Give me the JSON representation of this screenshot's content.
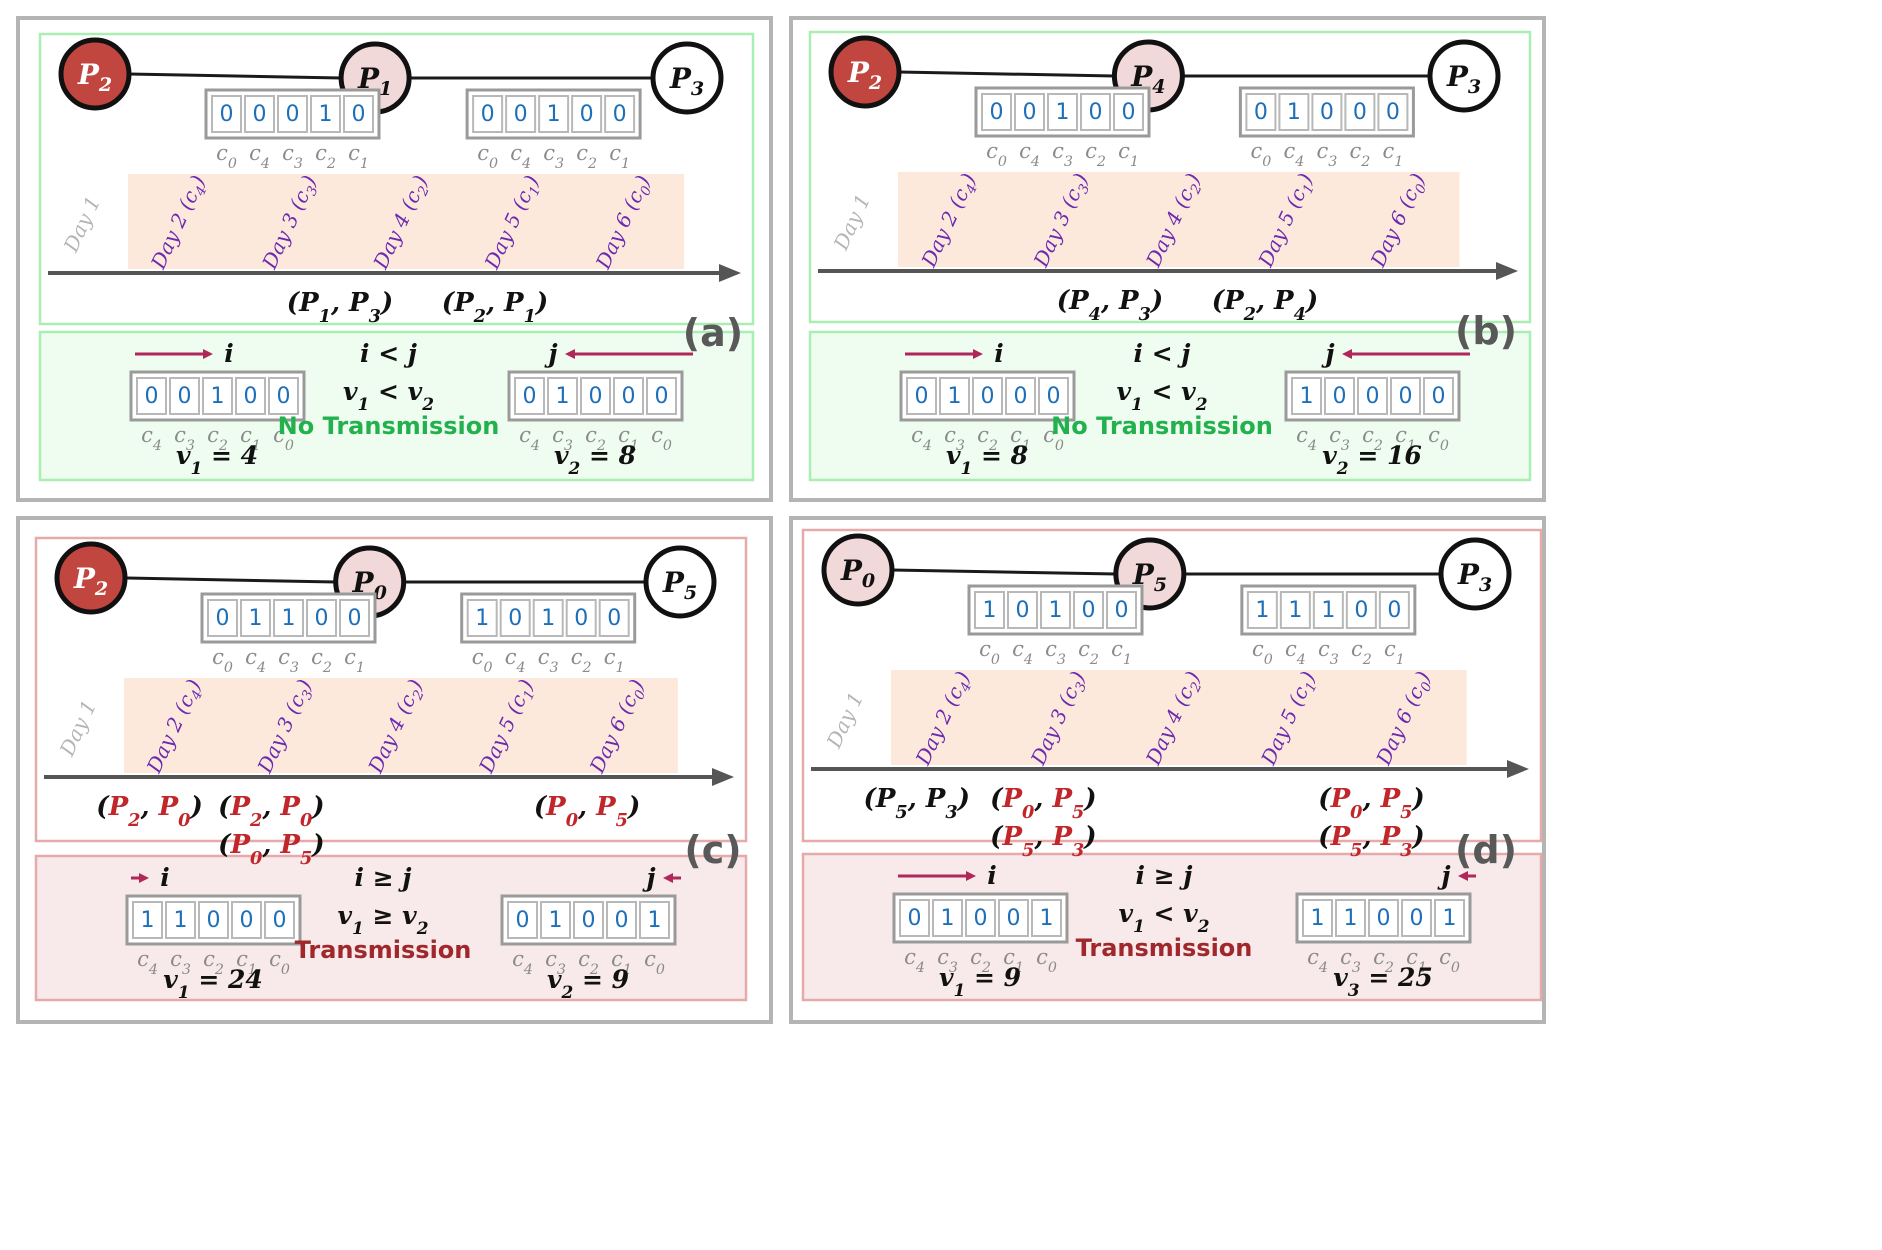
{
  "panels": [
    {
      "id": "a",
      "label": "(a)",
      "mode": "ok",
      "nodes": [
        {
          "name": "P",
          "sub": "2",
          "style": "red"
        },
        {
          "name": "P",
          "sub": "1",
          "style": "pink"
        },
        {
          "name": "P",
          "sub": "3",
          "style": "white"
        }
      ],
      "reg1": [
        "0",
        "0",
        "0",
        "1",
        "0"
      ],
      "reg2": [
        "0",
        "0",
        "1",
        "0",
        "0"
      ],
      "top_labels": [
        "c",
        "0",
        "c",
        "4",
        "c",
        "3",
        "c",
        "2",
        "c",
        "1"
      ],
      "day1": "Day 1",
      "days": [
        [
          "Day 2 (c",
          "4",
          ")"
        ],
        [
          "Day 3 (c",
          "3",
          ")"
        ],
        [
          "Day 4 (c",
          "2",
          ")"
        ],
        [
          "Day 5 (c",
          "1",
          ")"
        ],
        [
          "Day 6 (c",
          "0",
          ")"
        ]
      ],
      "pairs": [
        {
          "a": "P",
          "as": "1",
          "b": "P",
          "bs": "3",
          "red": false,
          "col": 1,
          "row": 0
        },
        {
          "a": "P",
          "as": "2",
          "b": "P",
          "bs": "1",
          "red": false,
          "col": 2,
          "row": 0
        }
      ],
      "i_label": "i",
      "j_label": "j",
      "cmp1": "i < j",
      "cmp2_a": "v",
      "cmp2_as": "1",
      "cmp2_op": " < ",
      "cmp2_b": "v",
      "cmp2_bs": "2",
      "status": "No Transmission",
      "bot_reg1": [
        "0",
        "0",
        "1",
        "0",
        "0"
      ],
      "bot_reg2": [
        "0",
        "1",
        "0",
        "0",
        "0"
      ],
      "bot_labels": [
        "c",
        "4",
        "c",
        "3",
        "c",
        "2",
        "c",
        "1",
        "c",
        "0"
      ],
      "val1_v": "v",
      "val1_s": "1",
      "val1_n": " = 4",
      "val2_v": "v",
      "val2_s": "2",
      "val2_n": " = 8"
    },
    {
      "id": "b",
      "label": "(b)",
      "mode": "ok",
      "nodes": [
        {
          "name": "P",
          "sub": "2",
          "style": "red"
        },
        {
          "name": "P",
          "sub": "4",
          "style": "pink"
        },
        {
          "name": "P",
          "sub": "3",
          "style": "white"
        }
      ],
      "reg1": [
        "0",
        "0",
        "1",
        "0",
        "0"
      ],
      "reg2": [
        "0",
        "1",
        "0",
        "0",
        "0"
      ],
      "top_labels": [
        "c",
        "0",
        "c",
        "4",
        "c",
        "3",
        "c",
        "2",
        "c",
        "1"
      ],
      "day1": "Day 1",
      "days": [
        [
          "Day 2 (c",
          "4",
          ")"
        ],
        [
          "Day 3 (c",
          "3",
          ")"
        ],
        [
          "Day 4 (c",
          "2",
          ")"
        ],
        [
          "Day 5 (c",
          "1",
          ")"
        ],
        [
          "Day 6 (c",
          "0",
          ")"
        ]
      ],
      "pairs": [
        {
          "a": "P",
          "as": "4",
          "b": "P",
          "bs": "3",
          "red": false,
          "col": 1,
          "row": 0
        },
        {
          "a": "P",
          "as": "2",
          "b": "P",
          "bs": "4",
          "red": false,
          "col": 2,
          "row": 0
        }
      ],
      "i_label": "i",
      "j_label": "j",
      "cmp1": "i < j",
      "cmp2_a": "v",
      "cmp2_as": "1",
      "cmp2_op": " < ",
      "cmp2_b": "v",
      "cmp2_bs": "2",
      "status": "No Transmission",
      "bot_reg1": [
        "0",
        "1",
        "0",
        "0",
        "0"
      ],
      "bot_reg2": [
        "1",
        "0",
        "0",
        "0",
        "0"
      ],
      "bot_labels": [
        "c",
        "4",
        "c",
        "3",
        "c",
        "2",
        "c",
        "1",
        "c",
        "0"
      ],
      "val1_v": "v",
      "val1_s": "1",
      "val1_n": " = 8",
      "val2_v": "v",
      "val2_s": "2",
      "val2_n": " = 16"
    },
    {
      "id": "c",
      "label": "(c)",
      "mode": "tx",
      "nodes": [
        {
          "name": "P",
          "sub": "2",
          "style": "red"
        },
        {
          "name": "P",
          "sub": "0",
          "style": "pink"
        },
        {
          "name": "P",
          "sub": "5",
          "style": "white"
        }
      ],
      "reg1": [
        "0",
        "1",
        "1",
        "0",
        "0"
      ],
      "reg2": [
        "1",
        "0",
        "1",
        "0",
        "0"
      ],
      "top_labels": [
        "c",
        "0",
        "c",
        "4",
        "c",
        "3",
        "c",
        "2",
        "c",
        "1"
      ],
      "day1": "Day 1",
      "days": [
        [
          "Day 2 (c",
          "4",
          ")"
        ],
        [
          "Day 3 (c",
          "3",
          ")"
        ],
        [
          "Day 4 (c",
          "2",
          ")"
        ],
        [
          "Day 5 (c",
          "1",
          ")"
        ],
        [
          "Day 6 (c",
          "0",
          ")"
        ]
      ],
      "pairs": [
        {
          "a": "P",
          "as": "2",
          "b": "P",
          "bs": "0",
          "red": true,
          "col": 0,
          "row": 0
        },
        {
          "a": "P",
          "as": "2",
          "b": "P",
          "bs": "0",
          "red": true,
          "col": 1,
          "row": 0
        },
        {
          "a": "P",
          "as": "0",
          "b": "P",
          "bs": "5",
          "red": true,
          "col": 1,
          "row": 1
        },
        {
          "a": "P",
          "as": "0",
          "b": "P",
          "bs": "5",
          "red": true,
          "col": 4,
          "row": 0
        }
      ],
      "i_label": "i",
      "j_label": "j",
      "cmp1": "i ≥ j",
      "cmp2_a": "v",
      "cmp2_as": "1",
      "cmp2_op": " ≥ ",
      "cmp2_b": "v",
      "cmp2_bs": "2",
      "status": "Transmission",
      "bot_reg1": [
        "1",
        "1",
        "0",
        "0",
        "0"
      ],
      "bot_reg2": [
        "0",
        "1",
        "0",
        "0",
        "1"
      ],
      "bot_labels": [
        "c",
        "4",
        "c",
        "3",
        "c",
        "2",
        "c",
        "1",
        "c",
        "0"
      ],
      "val1_v": "v",
      "val1_s": "1",
      "val1_n": " = 24",
      "val2_v": "v",
      "val2_s": "2",
      "val2_n": " = 9"
    },
    {
      "id": "d",
      "label": "(d)",
      "mode": "tx",
      "nodes": [
        {
          "name": "P",
          "sub": "0",
          "style": "pink"
        },
        {
          "name": "P",
          "sub": "5",
          "style": "pink"
        },
        {
          "name": "P",
          "sub": "3",
          "style": "white"
        }
      ],
      "reg1": [
        "1",
        "0",
        "1",
        "0",
        "0"
      ],
      "reg2": [
        "1",
        "1",
        "1",
        "0",
        "0"
      ],
      "top_labels": [
        "c",
        "0",
        "c",
        "4",
        "c",
        "3",
        "c",
        "2",
        "c",
        "1"
      ],
      "day1": "Day 1",
      "days": [
        [
          "Day 2 (c",
          "4",
          ")"
        ],
        [
          "Day 3 (c",
          "3",
          ")"
        ],
        [
          "Day 4 (c",
          "2",
          ")"
        ],
        [
          "Day 5 (c",
          "1",
          ")"
        ],
        [
          "Day 6 (c",
          "0",
          ")"
        ]
      ],
      "pairs": [
        {
          "a": "P",
          "as": "5",
          "b": "P",
          "bs": "3",
          "red": false,
          "col": 0,
          "row": 0
        },
        {
          "a": "P",
          "as": "0",
          "b": "P",
          "bs": "5",
          "red": true,
          "col": 1,
          "row": 0
        },
        {
          "a": "P",
          "as": "5",
          "b": "P",
          "bs": "3",
          "red": true,
          "col": 1,
          "row": 1
        },
        {
          "a": "P",
          "as": "0",
          "b": "P",
          "bs": "5",
          "red": true,
          "col": 4,
          "row": 0
        },
        {
          "a": "P",
          "as": "5",
          "b": "P",
          "bs": "3",
          "red": true,
          "col": 4,
          "row": 1
        }
      ],
      "i_label": "i",
      "j_label": "j",
      "cmp1": "i ≥ j",
      "cmp2_a": "v",
      "cmp2_as": "1",
      "cmp2_op": " < ",
      "cmp2_b": "v",
      "cmp2_bs": "2",
      "status": "Transmission",
      "bot_reg1": [
        "0",
        "1",
        "0",
        "0",
        "1"
      ],
      "bot_reg2": [
        "1",
        "1",
        "0",
        "0",
        "1"
      ],
      "bot_labels": [
        "c",
        "4",
        "c",
        "3",
        "c",
        "2",
        "c",
        "1",
        "c",
        "0"
      ],
      "val1_v": "v",
      "val1_s": "1",
      "val1_n": " = 9",
      "val2_v": "v",
      "val2_s": "3",
      "val2_n": " = 25"
    }
  ],
  "colors": {
    "node_red": "#c0463f",
    "node_pink": "#f2d9d9",
    "pair_red": "#c0262a",
    "status_ok": "#22b14c",
    "status_tx": "#a0282c"
  }
}
